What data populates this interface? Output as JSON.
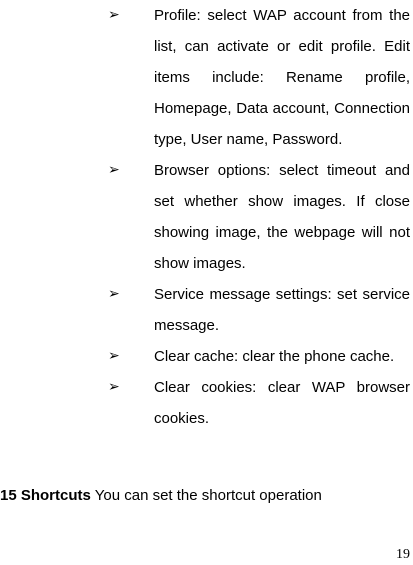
{
  "bullet_marker": "➢",
  "bullets": [
    {
      "text": "Profile: select WAP account from the list, can activate or edit profile. Edit items include: Rename profile, Homepage, Data account, Connection type, User name, Password."
    },
    {
      "text": "Browser options: select timeout and set whether show images. If close showing image, the webpage will not show images."
    },
    {
      "text": "Service message settings: set service message."
    },
    {
      "text": "Clear cache: clear the phone cache."
    },
    {
      "text": "Clear cookies: clear WAP browser cookies."
    }
  ],
  "section": {
    "heading": "15 Shortcuts",
    "body": " You can set the shortcut operation"
  },
  "page_number": "19"
}
